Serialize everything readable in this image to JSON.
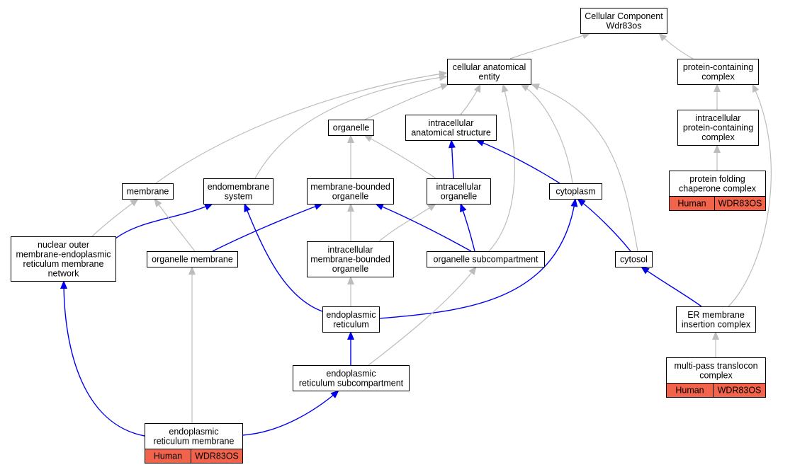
{
  "colors": {
    "is_a_edge": "#bdbdbd",
    "part_of_edge": "#0000ee",
    "annotation_fill": "#f2634c",
    "node_border": "#000000",
    "node_fill": "#ffffff"
  },
  "nodes": [
    {
      "id": "cellular_component",
      "lines": [
        "Cellular Component",
        "Wdr83os"
      ]
    },
    {
      "id": "cellular_anatomical_entity",
      "lines": [
        "cellular anatomical",
        "entity"
      ]
    },
    {
      "id": "protein_containing_complex",
      "lines": [
        "protein-containing",
        "complex"
      ]
    },
    {
      "id": "organelle",
      "lines": [
        "organelle"
      ]
    },
    {
      "id": "intracellular_anatomical_structure",
      "lines": [
        "intracellular",
        "anatomical structure"
      ]
    },
    {
      "id": "intracellular_protein_containing_complex",
      "lines": [
        "intracellular",
        "protein-containing",
        "complex"
      ]
    },
    {
      "id": "membrane",
      "lines": [
        "membrane"
      ]
    },
    {
      "id": "endomembrane_system",
      "lines": [
        "endomembrane",
        "system"
      ]
    },
    {
      "id": "membrane_bounded_organelle",
      "lines": [
        "membrane-bounded",
        "organelle"
      ]
    },
    {
      "id": "intracellular_organelle",
      "lines": [
        "intracellular",
        "organelle"
      ]
    },
    {
      "id": "cytoplasm",
      "lines": [
        "cytoplasm"
      ]
    },
    {
      "id": "protein_folding_chaperone_complex",
      "lines": [
        "protein folding",
        "chaperone complex"
      ],
      "annotations": [
        "Human",
        "WDR83OS"
      ]
    },
    {
      "id": "nuclear_outer_membrane_er_network",
      "lines": [
        "nuclear outer",
        "membrane-endoplasmic",
        "reticulum membrane",
        "network"
      ]
    },
    {
      "id": "organelle_membrane",
      "lines": [
        "organelle membrane"
      ]
    },
    {
      "id": "intracellular_membrane_bounded_organelle",
      "lines": [
        "intracellular",
        "membrane-bounded",
        "organelle"
      ]
    },
    {
      "id": "organelle_subcompartment",
      "lines": [
        "organelle subcompartment"
      ]
    },
    {
      "id": "cytosol",
      "lines": [
        "cytosol"
      ]
    },
    {
      "id": "endoplasmic_reticulum",
      "lines": [
        "endoplasmic",
        "reticulum"
      ]
    },
    {
      "id": "er_membrane_insertion_complex",
      "lines": [
        "ER membrane",
        "insertion complex"
      ]
    },
    {
      "id": "endoplasmic_reticulum_subcompartment",
      "lines": [
        "endoplasmic",
        "reticulum subcompartment"
      ]
    },
    {
      "id": "multi_pass_translocon_complex",
      "lines": [
        "multi-pass translocon",
        "complex"
      ],
      "annotations": [
        "Human",
        "WDR83OS"
      ]
    },
    {
      "id": "endoplasmic_reticulum_membrane",
      "lines": [
        "endoplasmic",
        "reticulum membrane"
      ],
      "annotations": [
        "Human",
        "WDR83OS"
      ]
    }
  ],
  "edges": [
    {
      "from": "cellular_anatomical_entity",
      "to": "cellular_component",
      "kind": "is_a"
    },
    {
      "from": "protein_containing_complex",
      "to": "cellular_component",
      "kind": "is_a"
    },
    {
      "from": "intracellular_protein_containing_complex",
      "to": "protein_containing_complex",
      "kind": "is_a"
    },
    {
      "from": "protein_folding_chaperone_complex",
      "to": "intracellular_protein_containing_complex",
      "kind": "is_a"
    },
    {
      "from": "er_membrane_insertion_complex",
      "to": "protein_containing_complex",
      "kind": "is_a"
    },
    {
      "from": "multi_pass_translocon_complex",
      "to": "er_membrane_insertion_complex",
      "kind": "is_a"
    },
    {
      "from": "organelle",
      "to": "cellular_anatomical_entity",
      "kind": "is_a"
    },
    {
      "from": "intracellular_anatomical_structure",
      "to": "cellular_anatomical_entity",
      "kind": "is_a"
    },
    {
      "from": "membrane",
      "to": "cellular_anatomical_entity",
      "kind": "is_a"
    },
    {
      "from": "endomembrane_system",
      "to": "cellular_anatomical_entity",
      "kind": "is_a"
    },
    {
      "from": "cytoplasm",
      "to": "cellular_anatomical_entity",
      "kind": "is_a"
    },
    {
      "from": "cytosol",
      "to": "cellular_anatomical_entity",
      "kind": "is_a"
    },
    {
      "from": "organelle_subcompartment",
      "to": "cellular_anatomical_entity",
      "kind": "is_a"
    },
    {
      "from": "membrane_bounded_organelle",
      "to": "organelle",
      "kind": "is_a"
    },
    {
      "from": "intracellular_organelle",
      "to": "organelle",
      "kind": "is_a"
    },
    {
      "from": "intracellular_organelle",
      "to": "intracellular_anatomical_structure",
      "kind": "part_of"
    },
    {
      "from": "cytoplasm",
      "to": "intracellular_anatomical_structure",
      "kind": "part_of"
    },
    {
      "from": "nuclear_outer_membrane_er_network",
      "to": "membrane",
      "kind": "is_a"
    },
    {
      "from": "nuclear_outer_membrane_er_network",
      "to": "endomembrane_system",
      "kind": "part_of"
    },
    {
      "from": "organelle_membrane",
      "to": "membrane",
      "kind": "is_a"
    },
    {
      "from": "organelle_membrane",
      "to": "membrane_bounded_organelle",
      "kind": "part_of"
    },
    {
      "from": "intracellular_membrane_bounded_organelle",
      "to": "membrane_bounded_organelle",
      "kind": "is_a"
    },
    {
      "from": "intracellular_membrane_bounded_organelle",
      "to": "intracellular_organelle",
      "kind": "is_a"
    },
    {
      "from": "organelle_subcompartment",
      "to": "membrane_bounded_organelle",
      "kind": "part_of"
    },
    {
      "from": "organelle_subcompartment",
      "to": "intracellular_organelle",
      "kind": "part_of"
    },
    {
      "from": "cytosol",
      "to": "cytoplasm",
      "kind": "part_of"
    },
    {
      "from": "er_membrane_insertion_complex",
      "to": "cytosol",
      "kind": "part_of"
    },
    {
      "from": "endoplasmic_reticulum",
      "to": "intracellular_membrane_bounded_organelle",
      "kind": "is_a"
    },
    {
      "from": "endoplasmic_reticulum",
      "to": "endomembrane_system",
      "kind": "part_of"
    },
    {
      "from": "endoplasmic_reticulum",
      "to": "cytoplasm",
      "kind": "part_of"
    },
    {
      "from": "endoplasmic_reticulum_subcompartment",
      "to": "endoplasmic_reticulum",
      "kind": "part_of"
    },
    {
      "from": "endoplasmic_reticulum_subcompartment",
      "to": "organelle_subcompartment",
      "kind": "is_a"
    },
    {
      "from": "endoplasmic_reticulum_membrane",
      "to": "organelle_membrane",
      "kind": "is_a"
    },
    {
      "from": "endoplasmic_reticulum_membrane",
      "to": "endoplasmic_reticulum_subcompartment",
      "kind": "part_of"
    },
    {
      "from": "endoplasmic_reticulum_membrane",
      "to": "nuclear_outer_membrane_er_network",
      "kind": "part_of"
    }
  ]
}
